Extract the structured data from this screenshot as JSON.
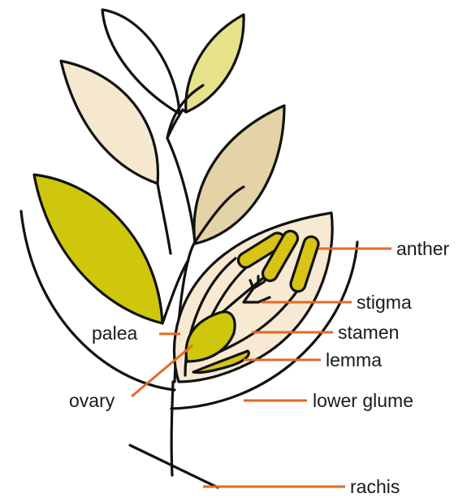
{
  "colors": {
    "outline": "#111111",
    "leader": "#e06a26",
    "leaf_white": "#ffffff",
    "leaf_pale_yellow": "#e6e28a",
    "leaf_cream": "#f6e8cf",
    "leaf_tan": "#e4d3a6",
    "leaf_olive": "#cfc70c",
    "floret_fill": "#f8ead2",
    "anther_fill": "#d7c414"
  },
  "labels": {
    "anther": "anther",
    "stigma": "stigma",
    "palea": "palea",
    "stamen": "stamen",
    "lemma": "lemma",
    "ovary": "ovary",
    "lower_glume": "lower glume",
    "rachis": "rachis"
  }
}
